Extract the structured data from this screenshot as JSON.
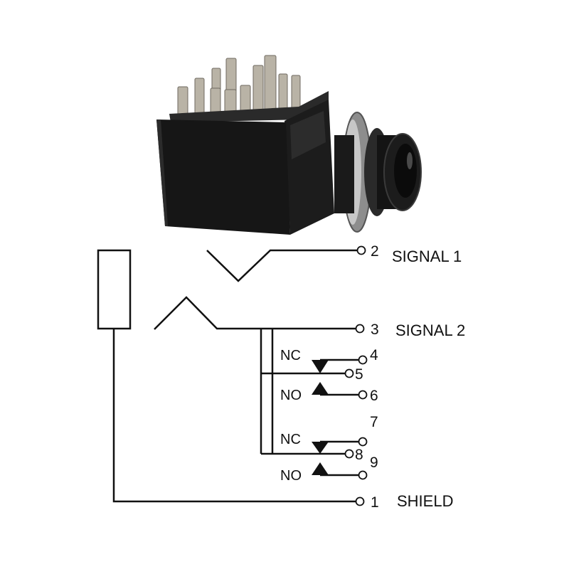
{
  "colors": {
    "line": "#111111",
    "terminal_fill": "#ffffff",
    "jack_body": "#161616",
    "jack_body_shade": "#262626",
    "pin_metal": "#b9b3a6",
    "nut_metal": "#9a9a9a",
    "background": "#ffffff"
  },
  "terminals": [
    {
      "number": "2",
      "label": "SIGNAL 1"
    },
    {
      "number": "3",
      "label": "SIGNAL 2"
    },
    {
      "number": "4",
      "label": ""
    },
    {
      "number": "5",
      "label": ""
    },
    {
      "number": "6",
      "label": ""
    },
    {
      "number": "7",
      "label": ""
    },
    {
      "number": "8",
      "label": ""
    },
    {
      "number": "9",
      "label": ""
    },
    {
      "number": "1",
      "label": "SHIELD"
    }
  ],
  "switches": [
    {
      "nc_label": "NC",
      "no_label": "NO"
    },
    {
      "nc_label": "NC",
      "no_label": "NO"
    }
  ],
  "icons": {
    "photo": "stereo-jack-photo-icon",
    "triangle_down": "triangle-down-icon",
    "triangle_up": "triangle-up-icon"
  }
}
